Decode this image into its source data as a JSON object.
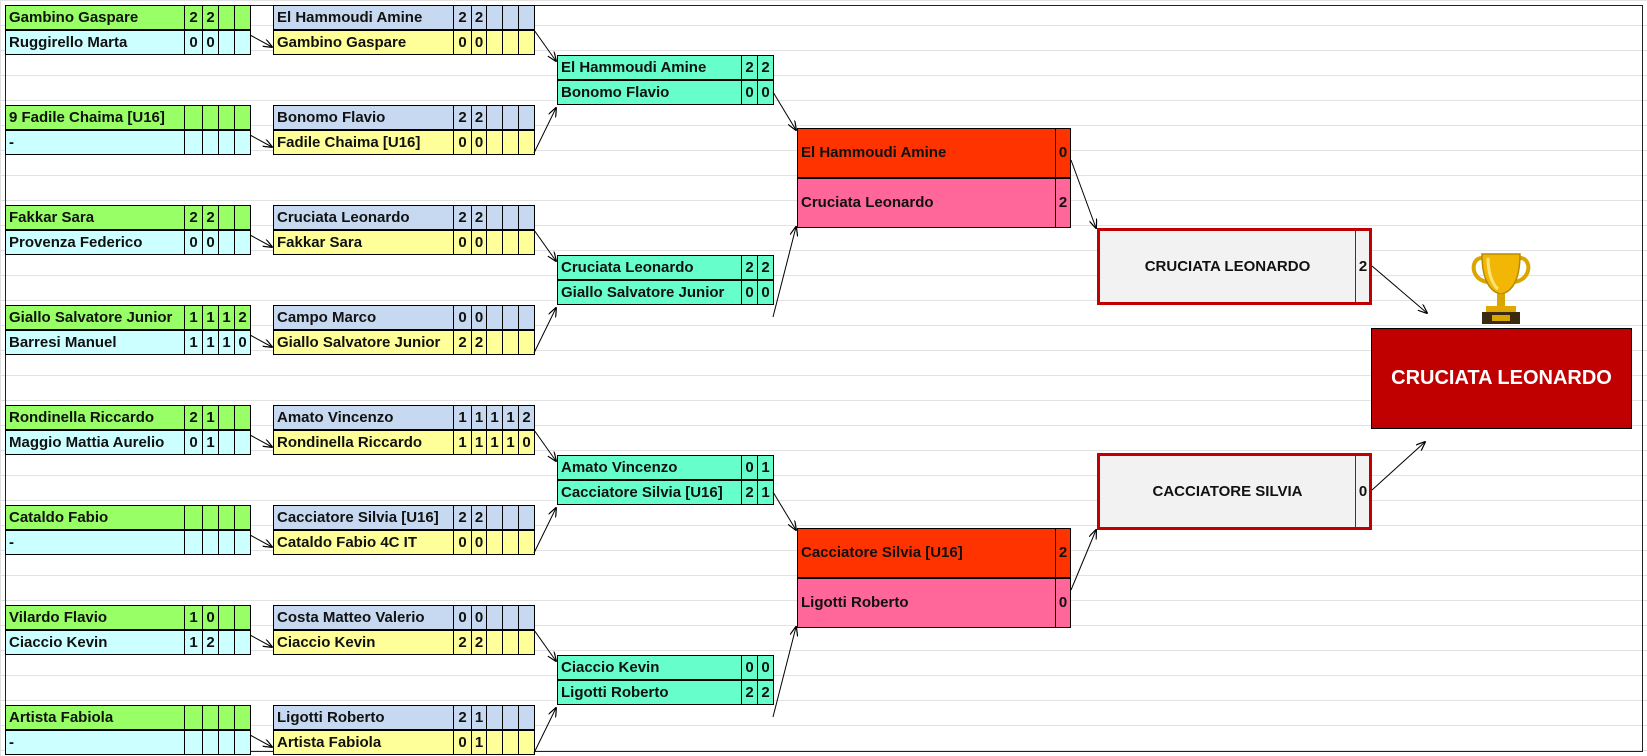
{
  "colors": {
    "r1_top": "#99ff66",
    "r1_bottom": "#ccffff",
    "r2_top": "#c6d9f0",
    "r2_bottom": "#ffff99",
    "qf": "#66ffcc",
    "sf_top": "#ff3300",
    "sf_bottom": "#ff6699",
    "final_bg": "#f2f2f2",
    "final_border": "#c00000",
    "champion_bg": "#c00000"
  },
  "icons": {
    "trophy": "trophy-icon"
  },
  "round1": [
    {
      "top": {
        "name": "Gambino Gaspare",
        "scores": [
          "2",
          "2",
          "",
          ""
        ]
      },
      "bottom": {
        "name": "Ruggirello Marta",
        "scores": [
          "0",
          "0",
          "",
          ""
        ]
      }
    },
    {
      "top": {
        "name": "9 Fadile Chaima [U16]",
        "scores": [
          "",
          "",
          "",
          ""
        ]
      },
      "bottom": {
        "name": "-",
        "scores": [
          "",
          "",
          "",
          ""
        ]
      }
    },
    {
      "top": {
        "name": "Fakkar Sara",
        "scores": [
          "2",
          "2",
          "",
          ""
        ]
      },
      "bottom": {
        "name": "Provenza Federico",
        "scores": [
          "0",
          "0",
          "",
          ""
        ]
      }
    },
    {
      "top": {
        "name": "Giallo Salvatore Junior",
        "scores": [
          "1",
          "1",
          "1",
          "2"
        ]
      },
      "bottom": {
        "name": "Barresi Manuel",
        "scores": [
          "1",
          "1",
          "1",
          "0"
        ]
      }
    },
    {
      "top": {
        "name": "Rondinella Riccardo",
        "scores": [
          "2",
          "1",
          "",
          ""
        ]
      },
      "bottom": {
        "name": "Maggio Mattia Aurelio",
        "scores": [
          "0",
          "1",
          "",
          ""
        ]
      }
    },
    {
      "top": {
        "name": "Cataldo Fabio",
        "scores": [
          "",
          "",
          "",
          ""
        ]
      },
      "bottom": {
        "name": "-",
        "scores": [
          "",
          "",
          "",
          ""
        ]
      }
    },
    {
      "top": {
        "name": "Vilardo Flavio",
        "scores": [
          "1",
          "0",
          "",
          ""
        ]
      },
      "bottom": {
        "name": "Ciaccio Kevin",
        "scores": [
          "1",
          "2",
          "",
          ""
        ]
      }
    },
    {
      "top": {
        "name": "Artista Fabiola",
        "scores": [
          "",
          "",
          "",
          ""
        ]
      },
      "bottom": {
        "name": "-",
        "scores": [
          "",
          "",
          "",
          ""
        ]
      }
    }
  ],
  "round2": [
    {
      "top": {
        "name": "El Hammoudi Amine",
        "scores": [
          "2",
          "2",
          "",
          "",
          ""
        ]
      },
      "bottom": {
        "name": "Gambino Gaspare",
        "scores": [
          "0",
          "0",
          "",
          "",
          ""
        ]
      }
    },
    {
      "top": {
        "name": "Bonomo Flavio",
        "scores": [
          "2",
          "2",
          "",
          "",
          ""
        ]
      },
      "bottom": {
        "name": "Fadile Chaima [U16]",
        "scores": [
          "0",
          "0",
          "",
          "",
          ""
        ]
      }
    },
    {
      "top": {
        "name": "Cruciata Leonardo",
        "scores": [
          "2",
          "2",
          "",
          "",
          ""
        ]
      },
      "bottom": {
        "name": "Fakkar Sara",
        "scores": [
          "0",
          "0",
          "",
          "",
          ""
        ]
      }
    },
    {
      "top": {
        "name": "Campo Marco",
        "scores": [
          "0",
          "0",
          "",
          "",
          ""
        ]
      },
      "bottom": {
        "name": "Giallo Salvatore Junior",
        "scores": [
          "2",
          "2",
          "",
          "",
          ""
        ]
      }
    },
    {
      "top": {
        "name": "Amato Vincenzo",
        "scores": [
          "1",
          "1",
          "1",
          "1",
          "2"
        ]
      },
      "bottom": {
        "name": "Rondinella Riccardo",
        "scores": [
          "1",
          "1",
          "1",
          "1",
          "0"
        ]
      }
    },
    {
      "top": {
        "name": "Cacciatore Silvia [U16]",
        "scores": [
          "2",
          "2",
          "",
          "",
          ""
        ]
      },
      "bottom": {
        "name": "Cataldo Fabio 4C IT",
        "scores": [
          "0",
          "0",
          "",
          "",
          ""
        ]
      }
    },
    {
      "top": {
        "name": "Costa Matteo Valerio",
        "scores": [
          "0",
          "0",
          "",
          "",
          ""
        ]
      },
      "bottom": {
        "name": "Ciaccio Kevin",
        "scores": [
          "2",
          "2",
          "",
          "",
          ""
        ]
      }
    },
    {
      "top": {
        "name": "Ligotti Roberto",
        "scores": [
          "2",
          "1",
          "",
          "",
          ""
        ]
      },
      "bottom": {
        "name": "Artista Fabiola",
        "scores": [
          "0",
          "1",
          "",
          "",
          ""
        ]
      }
    }
  ],
  "quarterfinals": [
    {
      "top": {
        "name": "El Hammoudi Amine",
        "scores": [
          "2",
          "2"
        ]
      },
      "bottom": {
        "name": "Bonomo Flavio",
        "scores": [
          "0",
          "0"
        ]
      }
    },
    {
      "top": {
        "name": "Cruciata Leonardo",
        "scores": [
          "2",
          "2"
        ]
      },
      "bottom": {
        "name": "Giallo Salvatore Junior",
        "scores": [
          "0",
          "0"
        ]
      }
    },
    {
      "top": {
        "name": "Amato Vincenzo",
        "scores": [
          "0",
          "1"
        ]
      },
      "bottom": {
        "name": "Cacciatore Silvia [U16]",
        "scores": [
          "2",
          "1"
        ]
      }
    },
    {
      "top": {
        "name": "Ciaccio Kevin",
        "scores": [
          "0",
          "0"
        ]
      },
      "bottom": {
        "name": "Ligotti Roberto",
        "scores": [
          "2",
          "2"
        ]
      }
    }
  ],
  "semifinals": [
    {
      "top": {
        "name": "El Hammoudi Amine",
        "score": "0"
      },
      "bottom": {
        "name": "Cruciata Leonardo",
        "score": "2"
      }
    },
    {
      "top": {
        "name": "Cacciatore Silvia [U16]",
        "score": "2"
      },
      "bottom": {
        "name": "Ligotti Roberto",
        "score": "0"
      }
    }
  ],
  "final": [
    {
      "name": "CRUCIATA LEONARDO",
      "score": "2"
    },
    {
      "name": "CACCIATORE SILVIA",
      "score": "0"
    }
  ],
  "champion": "CRUCIATA LEONARDO"
}
